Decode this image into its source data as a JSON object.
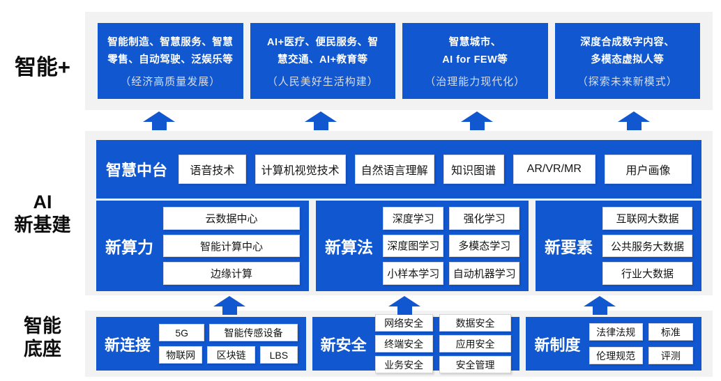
{
  "left_labels": {
    "smart_plus": "智能+",
    "ai_infra_line1": "AI",
    "ai_infra_line2": "新基建",
    "smart_base_line1": "智能",
    "smart_base_line2": "底座"
  },
  "top_row": {
    "boxes": [
      {
        "line1": "智能制造、智慧服务、智慧",
        "line2": "零售、自动驾驶、泛娱乐等",
        "note": "（经济高质量发展）"
      },
      {
        "line1": "AI+医疗、便民服务、智",
        "line2": "慧交通、AI+教育等",
        "note": "（人民美好生活构建）"
      },
      {
        "line1": "智慧城市、",
        "line2": "AI for FEW等",
        "note": "（治理能力现代化）"
      },
      {
        "line1": "深度合成数字内容、",
        "line2": "多模态虚拟人等",
        "note": "（探索未来新模式）"
      }
    ]
  },
  "middle": {
    "platform": {
      "label": "智慧中台",
      "chips": [
        "语音技术",
        "计算机视觉技术",
        "自然语言理解",
        "知识图谱",
        "AR/VR/MR",
        "用户画像"
      ]
    },
    "pillars": [
      {
        "label": "新算力",
        "chips": [
          "云数据中心",
          "智能计算中心",
          "边缘计算"
        ]
      },
      {
        "label": "新算法",
        "chips": [
          "深度学习",
          "强化学习",
          "深度图学习",
          "多模态学习",
          "小样本学习",
          "自动机器学习"
        ]
      },
      {
        "label": "新要素",
        "chips": [
          "互联网大数据",
          "公共服务大数据",
          "行业大数据"
        ]
      }
    ]
  },
  "bottom": {
    "pillars": [
      {
        "label": "新连接",
        "row1": [
          "5G",
          "智能传感设备"
        ],
        "row2": [
          "物联网",
          "区块链",
          "LBS"
        ]
      },
      {
        "label": "新安全",
        "chips": [
          "网络安全",
          "数据安全",
          "终端安全",
          "应用安全",
          "业务安全",
          "安全管理"
        ]
      },
      {
        "label": "新制度",
        "chips": [
          "法律法规",
          "标准",
          "伦理规范",
          "评测"
        ]
      }
    ]
  },
  "colors": {
    "accent_blue": "#1157d0",
    "panel_gray": "#f2f2f2",
    "chip_bg": "#ffffff",
    "chip_border": "#d4d4d4",
    "label_text": "#0d0d0d",
    "note_text": "#d8dde8"
  }
}
